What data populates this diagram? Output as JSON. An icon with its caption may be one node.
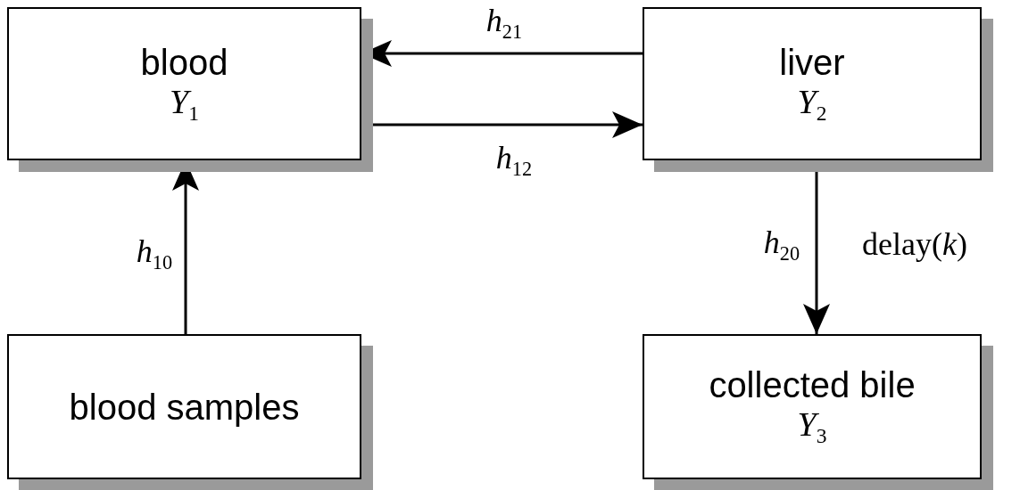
{
  "diagram": {
    "nodes": [
      {
        "text": [
          "blood",
          "*Y*$_{1}$"
        ]
      },
      {
        "text": [
          "liver",
          "*Y*$_{2}$"
        ]
      },
      {
        "text": [
          "blood samples"
        ]
      },
      {
        "text": [
          "collected bile",
          "*Y*$_{3}$"
        ]
      }
    ],
    "edges": [
      {
        "from": 1,
        "to": 0,
        "arrow": "to",
        "label": "*h*$_{21}$"
      },
      {
        "from": 0,
        "to": 1,
        "arrow": "to",
        "label": "*h*$_{12}$"
      },
      {
        "from": 2,
        "to": 0,
        "arrow": "to",
        "label": "*h*$_{10}$"
      },
      {
        "from": 1,
        "to": 3,
        "arrow": "to",
        "label": "*h*$_{20}$"
      }
    ],
    "labels": [
      "delay(*k*)"
    ]
  }
}
